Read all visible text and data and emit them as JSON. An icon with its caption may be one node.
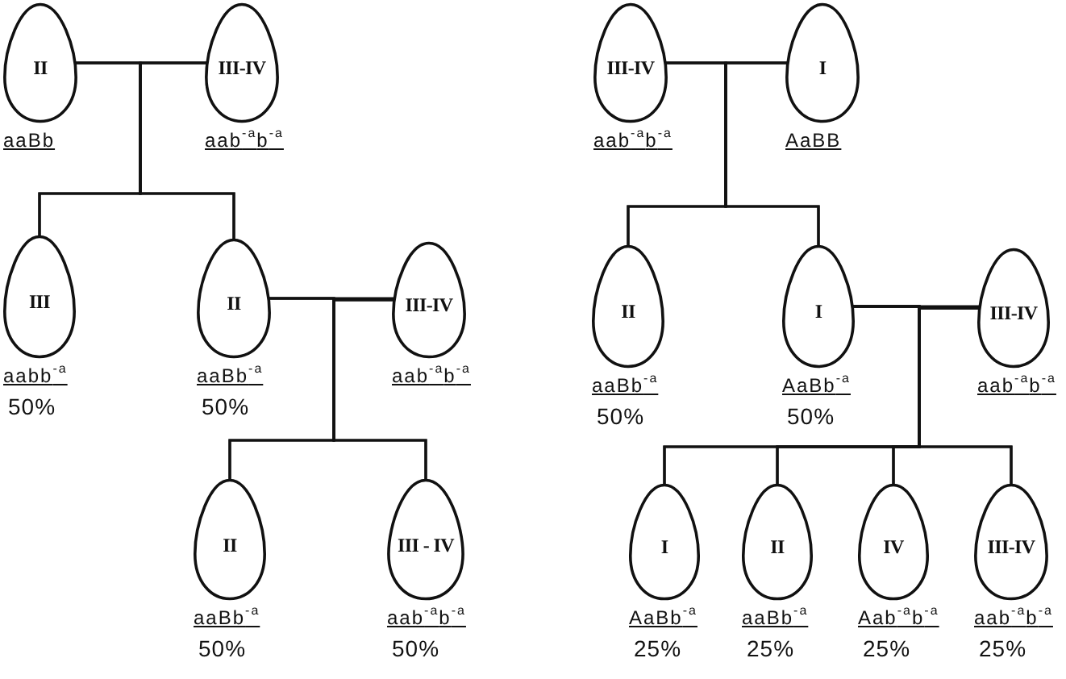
{
  "diagram": {
    "nodes": [
      {
        "text": [
          "II"
        ],
        "beside": [
          "aaBb"
        ]
      },
      {
        "text": [
          "III-IV"
        ],
        "beside": [
          "aab$^{-a}$b$^{-a}$"
        ]
      },
      {
        "text": [
          "III"
        ],
        "beside": [
          "aabb$^{-a}$",
          "50%"
        ]
      },
      {
        "text": [
          "II"
        ],
        "beside": [
          "aaBb$^{-a}$",
          "50%"
        ]
      },
      {
        "text": [
          "III-IV"
        ],
        "beside": [
          "aab$^{-a}$b$^{-a}$"
        ]
      },
      {
        "text": [
          "II"
        ],
        "beside": [
          "aaBb$^{-a}$",
          "50%"
        ]
      },
      {
        "text": [
          "III - IV"
        ],
        "beside": [
          "aab$^{-a}$b$^{-a}$",
          "50%"
        ]
      },
      {
        "text": [
          "III-IV"
        ],
        "beside": [
          "aab$^{-a}$b$^{-a}$"
        ]
      },
      {
        "text": [
          "I"
        ],
        "beside": [
          "AaBB"
        ]
      },
      {
        "text": [
          "II"
        ],
        "beside": [
          "aaBb$^{-a}$",
          "50%"
        ]
      },
      {
        "text": [
          "I"
        ],
        "beside": [
          "AaBb$^{-a}$",
          "50%"
        ]
      },
      {
        "text": [
          "III-IV"
        ],
        "beside": [
          "aab$^{-a}$b$^{-a}$"
        ]
      },
      {
        "text": [
          "I"
        ],
        "beside": [
          "AaBb$^{-a}$",
          "25%"
        ]
      },
      {
        "text": [
          "II"
        ],
        "beside": [
          "aaBb$^{-a}$",
          "25%"
        ]
      },
      {
        "text": [
          "IV"
        ],
        "beside": [
          "Aab$^{-a}$b$^{-a}$",
          "25%"
        ]
      },
      {
        "text": [
          "III-IV"
        ],
        "beside": [
          "aab$^{-a}$b$^{-a}$",
          "25%"
        ]
      }
    ],
    "edges": [
      {
        "from": 0,
        "to": 1,
        "arrow": "none"
      },
      {
        "from": 0,
        "to": 2,
        "arrow": "none"
      },
      {
        "from": 1,
        "to": 2,
        "arrow": "none"
      },
      {
        "from": 0,
        "to": 3,
        "arrow": "none"
      },
      {
        "from": 1,
        "to": 3,
        "arrow": "none"
      },
      {
        "from": 3,
        "to": 4,
        "arrow": "none"
      },
      {
        "from": 3,
        "to": 5,
        "arrow": "none"
      },
      {
        "from": 4,
        "to": 5,
        "arrow": "none"
      },
      {
        "from": 3,
        "to": 6,
        "arrow": "none"
      },
      {
        "from": 4,
        "to": 6,
        "arrow": "none"
      },
      {
        "from": 7,
        "to": 8,
        "arrow": "none"
      },
      {
        "from": 7,
        "to": 9,
        "arrow": "none"
      },
      {
        "from": 8,
        "to": 9,
        "arrow": "none"
      },
      {
        "from": 7,
        "to": 10,
        "arrow": "none"
      },
      {
        "from": 8,
        "to": 10,
        "arrow": "none"
      },
      {
        "from": 10,
        "to": 11,
        "arrow": "none"
      },
      {
        "from": 10,
        "to": 12,
        "arrow": "none"
      },
      {
        "from": 11,
        "to": 12,
        "arrow": "none"
      },
      {
        "from": 10,
        "to": 13,
        "arrow": "none"
      },
      {
        "from": 11,
        "to": 13,
        "arrow": "none"
      },
      {
        "from": 10,
        "to": 14,
        "arrow": "none"
      },
      {
        "from": 11,
        "to": 14,
        "arrow": "none"
      },
      {
        "from": 10,
        "to": 15,
        "arrow": "none"
      },
      {
        "from": 11,
        "to": 15,
        "arrow": "none"
      }
    ]
  }
}
